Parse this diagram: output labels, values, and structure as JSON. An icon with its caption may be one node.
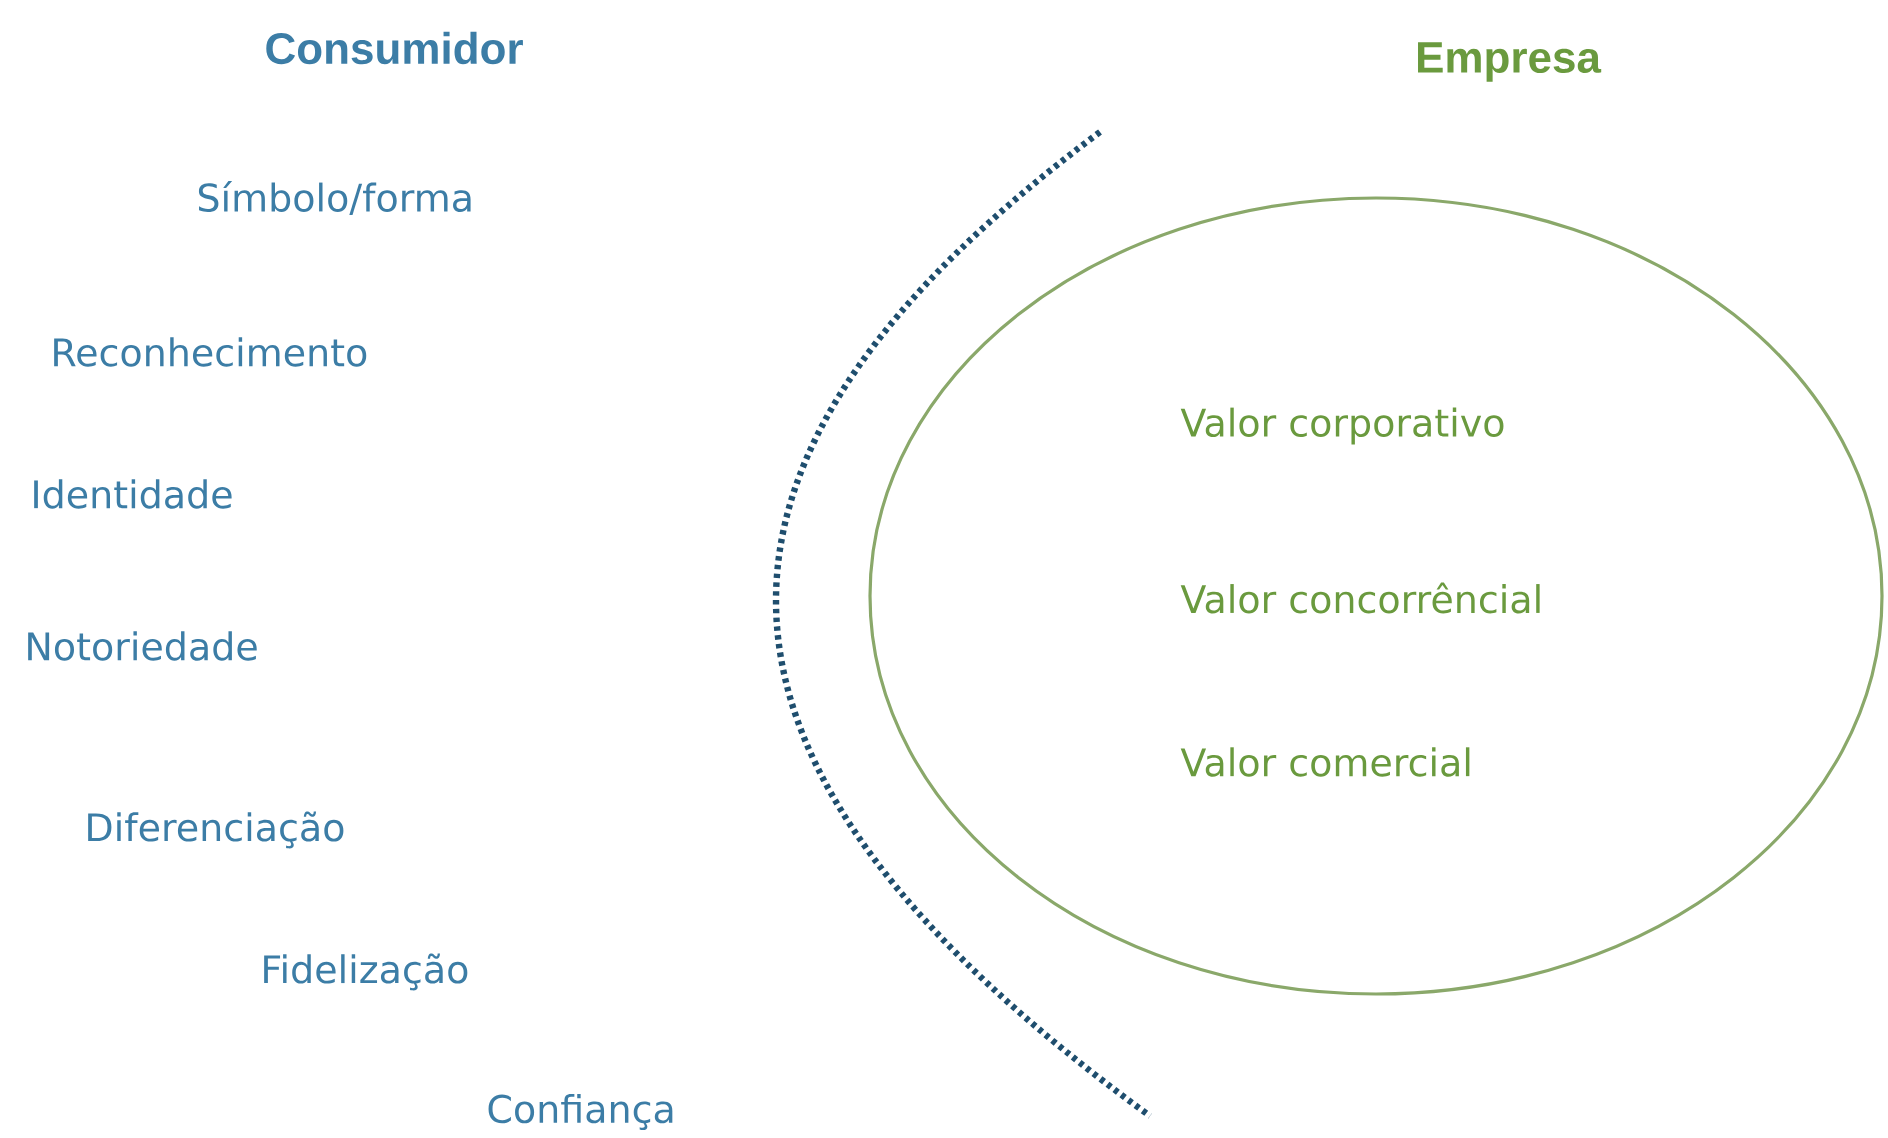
{
  "diagram": {
    "nodes": [
      {
        "text": [
          "Empresa",
          "Valor corporativo",
          "Valor concorrêncial",
          "Valor comercial"
        ]
      }
    ],
    "labels": [
      "Consumidor",
      "Símbolo/forma",
      "Reconhecimento",
      "Identidade",
      "Notoriedade",
      "Diferenciação",
      "Fidelização",
      "Confiança"
    ]
  }
}
